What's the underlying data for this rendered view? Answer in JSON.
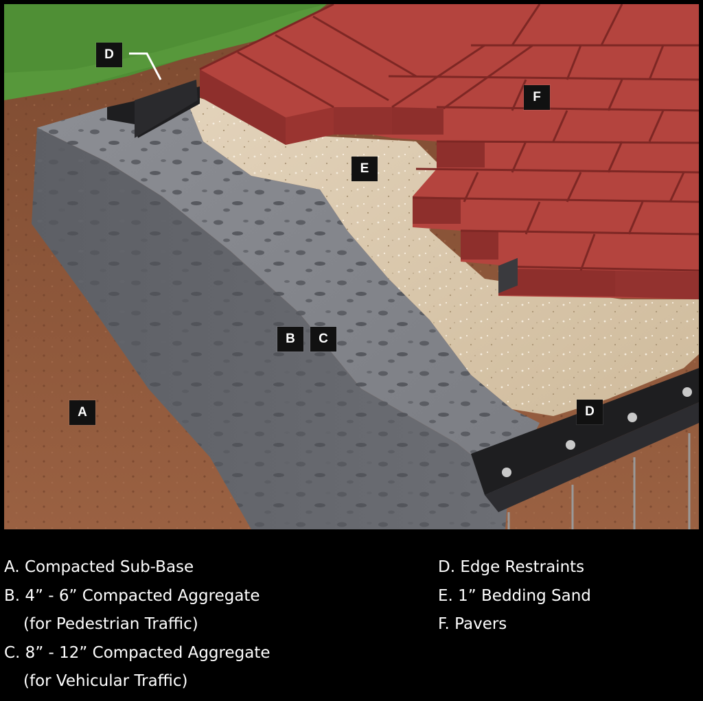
{
  "diagram": {
    "tags": {
      "A": "A",
      "B": "B",
      "C": "C",
      "D_top": "D",
      "D_bottom": "D",
      "E": "E",
      "F": "F"
    }
  },
  "legend": {
    "left": [
      {
        "line": "A. Compacted Sub-Base"
      },
      {
        "line": "B. 4” - 6” Compacted Aggregate",
        "sub": "(for Pedestrian Traffic)"
      },
      {
        "line": "C.  8” - 12” Compacted Aggregate",
        "sub": "(for Vehicular Traffic)"
      }
    ],
    "right": [
      {
        "line": "D.  Edge Restraints"
      },
      {
        "line": "E.  1” Bedding Sand"
      },
      {
        "line": "F.  Pavers"
      }
    ]
  },
  "colors": {
    "background": "#000000",
    "grass": "#4f8f35",
    "soil": "#8a5235",
    "aggregate": "#7a7c82",
    "sand": "#d9c6ab",
    "paver": "#b4443e",
    "edge_restraint": "#1e1e20",
    "label_box": "#111111",
    "text": "#ffffff"
  }
}
